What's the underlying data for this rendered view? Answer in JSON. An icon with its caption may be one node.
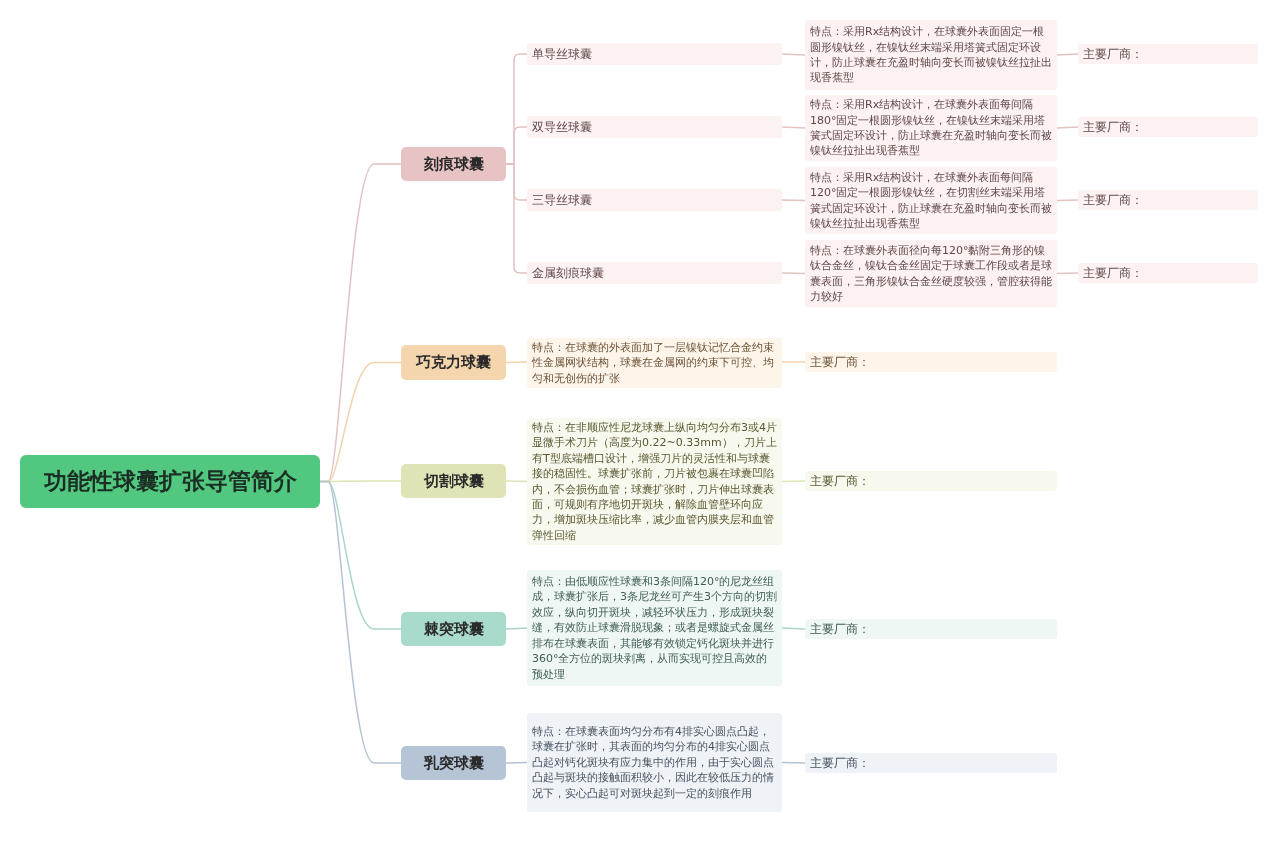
{
  "diagram": {
    "nodes": [
      {
        "text": [
          "功能性球囊扩张导管简介"
        ]
      },
      {
        "text": [
          "刻痕球囊"
        ]
      },
      {
        "text": [
          "单导丝球囊"
        ]
      },
      {
        "text": [
          "特点：采用Rx结构设计，在球囊外表面固定一根圆形镍钛丝，在镍钛丝末端采用塔簧式固定环设计，防止球囊在充盈时轴向变长而被镍钛丝拉扯出现香蕉型"
        ]
      },
      {
        "text": [
          "主要厂商："
        ]
      },
      {
        "text": [
          "双导丝球囊"
        ]
      },
      {
        "text": [
          "特点：采用Rx结构设计，在球囊外表面每间隔180°固定一根圆形镍钛丝，在镍钛丝末端采用塔簧式固定环设计，防止球囊在充盈时轴向变长而被镍钛丝拉扯出现香蕉型"
        ]
      },
      {
        "text": [
          "主要厂商："
        ]
      },
      {
        "text": [
          "三导丝球囊"
        ]
      },
      {
        "text": [
          "特点：采用Rx结构设计，在球囊外表面每间隔120°固定一根圆形镍钛丝，在切割丝末端采用塔簧式固定环设计，防止球囊在充盈时轴向变长而被镍钛丝拉扯出现香蕉型"
        ]
      },
      {
        "text": [
          "主要厂商："
        ]
      },
      {
        "text": [
          "金属刻痕球囊"
        ]
      },
      {
        "text": [
          "特点：在球囊外表面径向每120°黏附三角形的镍钛合金丝，镍钛合金丝固定于球囊工作段或者是球囊表面，三角形镍钛合金丝硬度较强，管腔获得能力较好"
        ]
      },
      {
        "text": [
          "主要厂商："
        ]
      },
      {
        "text": [
          "巧克力球囊"
        ]
      },
      {
        "text": [
          "特点：在球囊的外表面加了一层镍钛记忆合金约束性金属网状结构，球囊在金属网的约束下可控、均匀和无创伤的扩张"
        ]
      },
      {
        "text": [
          "主要厂商："
        ]
      },
      {
        "text": [
          "切割球囊"
        ]
      },
      {
        "text": [
          "特点：在非顺应性尼龙球囊上纵向均匀分布3或4片显微手术刀片（高度为0.22~0.33mm），刀片上有T型底端槽口设计，增强刀片的灵活性和与球囊接的稳固性。球囊扩张前，刀片被包裹在球囊凹陷内，不会损伤血管；球囊扩张时，刀片伸出球囊表面，可规则有序地切开斑块，解除血管壁环向应力，增加斑块压缩比率，减少血管内膜夹层和血管弹性回缩"
        ]
      },
      {
        "text": [
          "主要厂商："
        ]
      },
      {
        "text": [
          "棘突球囊"
        ]
      },
      {
        "text": [
          "特点：由低顺应性球囊和3条间隔120°的尼龙丝组成，球囊扩张后，3条尼龙丝可产生3个方向的切割效应，纵向切开斑块，减轻环状压力，形成斑块裂缝，有效防止球囊滑脱现象；或者是螺旋式金属丝排布在球囊表面，其能够有效锁定钙化斑块并进行360°全方位的斑块剥离，从而实现可控且高效的预处理"
        ]
      },
      {
        "text": [
          "主要厂商："
        ]
      },
      {
        "text": [
          "乳突球囊"
        ]
      },
      {
        "text": [
          "特点：在球囊表面均匀分布有4排实心圆点凸起，球囊在扩张时，其表面的均匀分布的4排实心圆点凸起对钙化斑块有应力集中的作用，由于实心圆点凸起与斑块的接触面积较小，因此在较低压力的情况下，实心凸起可对斑块起到一定的刻痕作用"
        ]
      },
      {
        "text": [
          "主要厂商："
        ]
      }
    ],
    "edges": [
      {
        "from": 0,
        "to": 1,
        "arrow": "none"
      },
      {
        "from": 0,
        "to": 14,
        "arrow": "none",
        "color": "#f2d3ad"
      },
      {
        "from": 0,
        "to": 17,
        "arrow": "none",
        "color": "#dfe3b5"
      },
      {
        "from": 0,
        "to": 20,
        "arrow": "none",
        "color": "#a9d6ca"
      },
      {
        "from": 0,
        "to": 23,
        "arrow": "none",
        "color": "#b5c3d3"
      },
      {
        "from": 1,
        "to": 2,
        "arrow": "none"
      },
      {
        "from": 2,
        "to": 3,
        "arrow": "none"
      },
      {
        "from": 3,
        "to": 4,
        "arrow": "none"
      },
      {
        "from": 1,
        "to": 5,
        "arrow": "none"
      },
      {
        "from": 5,
        "to": 6,
        "arrow": "none"
      },
      {
        "from": 6,
        "to": 7,
        "arrow": "none"
      },
      {
        "from": 1,
        "to": 8,
        "arrow": "none"
      },
      {
        "from": 8,
        "to": 9,
        "arrow": "none"
      },
      {
        "from": 9,
        "to": 10,
        "arrow": "none"
      },
      {
        "from": 1,
        "to": 11,
        "arrow": "none"
      },
      {
        "from": 11,
        "to": 12,
        "arrow": "none"
      },
      {
        "from": 12,
        "to": 13,
        "arrow": "none"
      },
      {
        "from": 14,
        "to": 15,
        "arrow": "none",
        "color": "#f2d3ad"
      },
      {
        "from": 15,
        "to": 16,
        "arrow": "none",
        "color": "#f2d3ad"
      },
      {
        "from": 17,
        "to": 18,
        "arrow": "none",
        "color": "#dfe3b5"
      },
      {
        "from": 18,
        "to": 19,
        "arrow": "none",
        "color": "#dfe3b5"
      },
      {
        "from": 20,
        "to": 21,
        "arrow": "none",
        "color": "#a9d6ca"
      },
      {
        "from": 21,
        "to": 22,
        "arrow": "none",
        "color": "#a9d6ca"
      },
      {
        "from": 23,
        "to": 24,
        "arrow": "none",
        "color": "#b5c3d3"
      },
      {
        "from": 24,
        "to": 25,
        "arrow": "none",
        "color": "#b5c3d3"
      }
    ]
  }
}
